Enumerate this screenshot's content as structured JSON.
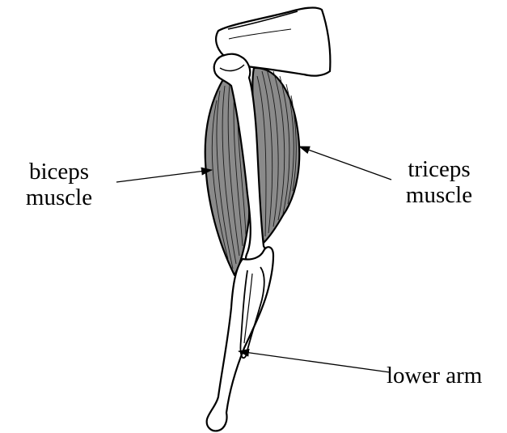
{
  "labels": {
    "biceps": {
      "line1": "biceps",
      "line2": "muscle"
    },
    "triceps": {
      "line1": "triceps",
      "line2": "muscle"
    },
    "lower_arm": "lower arm"
  },
  "colors": {
    "muscle_fill": "#8a8a8a",
    "outline": "#000000",
    "bone_fill": "#ffffff"
  }
}
